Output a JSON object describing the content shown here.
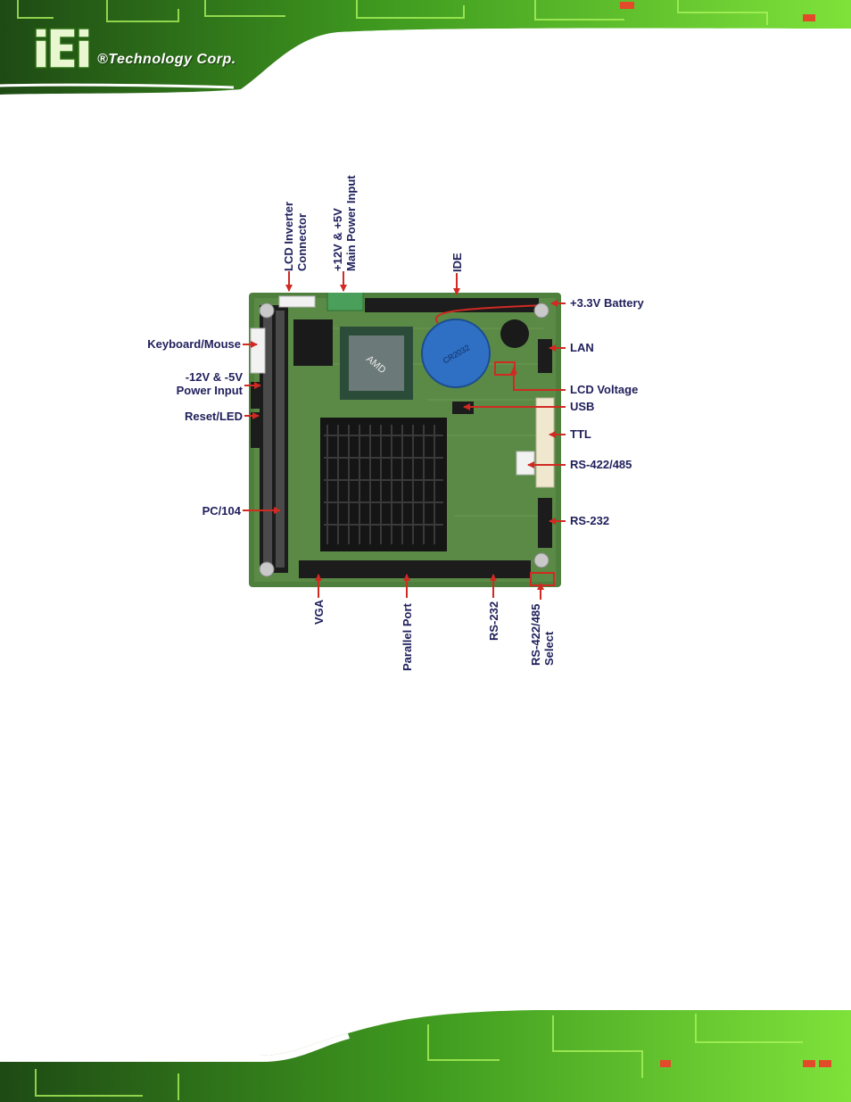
{
  "header": {
    "brand": "®Technology Corp."
  },
  "left_labels": [
    {
      "name": "keyboard-mouse",
      "lines": [
        "Keyboard/Mouse"
      ]
    },
    {
      "name": "power-input-12v-5v",
      "lines": [
        "-12V & -5V",
        "Power Input"
      ]
    },
    {
      "name": "reset-led",
      "lines": [
        "Reset/LED"
      ]
    },
    {
      "name": "pc104",
      "lines": [
        "PC/104"
      ]
    }
  ],
  "right_labels": [
    {
      "name": "battery",
      "lines": [
        "+3.3V Battery"
      ]
    },
    {
      "name": "lan",
      "lines": [
        "LAN"
      ]
    },
    {
      "name": "lcd-voltage",
      "lines": [
        "LCD Voltage"
      ]
    },
    {
      "name": "usb",
      "lines": [
        "USB"
      ]
    },
    {
      "name": "ttl",
      "lines": [
        "TTL"
      ]
    },
    {
      "name": "rs422-485",
      "lines": [
        "RS-422/485"
      ]
    },
    {
      "name": "rs232-right",
      "lines": [
        "RS-232"
      ]
    }
  ],
  "top_labels": [
    {
      "name": "lcd-inverter-connector",
      "lines": [
        "LCD Inverter",
        "Connector"
      ]
    },
    {
      "name": "main-power-input",
      "lines": [
        "+12V & +5V",
        "Main Power Input"
      ]
    },
    {
      "name": "ide",
      "lines": [
        "IDE"
      ]
    }
  ],
  "bottom_labels": [
    {
      "name": "vga",
      "lines": [
        "VGA"
      ]
    },
    {
      "name": "parallel-port",
      "lines": [
        "Parallel Port"
      ]
    },
    {
      "name": "rs232-bottom",
      "lines": [
        "RS-232"
      ]
    },
    {
      "name": "rs422-485-select",
      "lines": [
        "RS-422/485",
        "Select"
      ]
    }
  ],
  "chip_marks": {
    "chip": "AMD",
    "battery": "CR2032"
  },
  "colors": {
    "label": "#1f1f5c",
    "arrow": "#d02a22",
    "pcb_green": "#5dbf2a",
    "board": "#4f7f3c"
  }
}
